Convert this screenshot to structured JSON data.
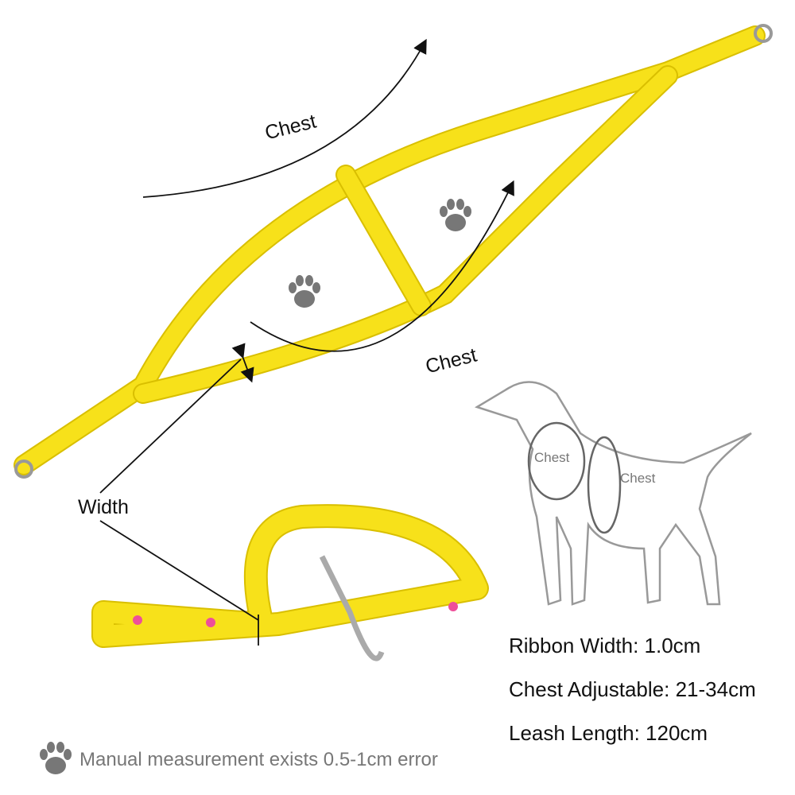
{
  "labels": {
    "chest_top": "Chest",
    "chest_bottom": "Chest",
    "width": "Width"
  },
  "dog_labels": {
    "front": "Chest",
    "back": "Chest"
  },
  "specs": [
    {
      "text": "Ribbon Width: 1.0cm"
    },
    {
      "text": "Chest Adjustable: 21-34cm"
    },
    {
      "text": "Leash Length: 120cm"
    }
  ],
  "footnote": "Manual measurement exists 0.5-1cm error",
  "colors": {
    "strap": "#f7e11a",
    "strap_edge": "#d9bf00",
    "heart": "#ee4f9a",
    "gray": "#777777"
  }
}
